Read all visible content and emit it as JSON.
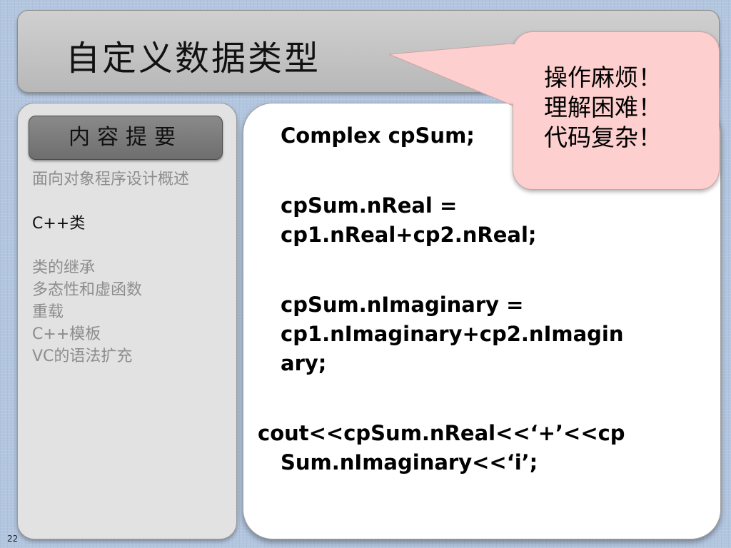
{
  "slide": {
    "title": "自定义数据类型",
    "page_number": "22"
  },
  "sidebar": {
    "header": "内容提要",
    "items": [
      {
        "label": "面向对象程序设计概述",
        "active": false
      },
      {
        "label": "C++类",
        "active": true
      },
      {
        "label": "类的继承",
        "active": false
      },
      {
        "label": "多态性和虚函数",
        "active": false
      },
      {
        "label": "重载",
        "active": false
      },
      {
        "label": "C++模板",
        "active": false
      },
      {
        "label": "VC的语法扩充",
        "active": false
      }
    ]
  },
  "code_lines": [
    "Complex cpSum;",
    "cpSum.nReal =",
    "cp1.nReal+cp2.nReal;",
    "cpSum.nImaginary =",
    "cp1.nImaginary+cp2.nImagin",
    "ary;",
    "cout<<cpSum.nReal<<‘+’<<cp",
    "Sum.nImaginary<<‘i’;"
  ],
  "callout": {
    "lines": [
      "操作麻烦！",
      "理解困难！",
      "代码复杂！"
    ]
  },
  "colors": {
    "background": "#b3c6df",
    "callout_fill": "#fdd0cf",
    "nav_inactive": "#8d8d8d",
    "nav_active": "#111111"
  }
}
